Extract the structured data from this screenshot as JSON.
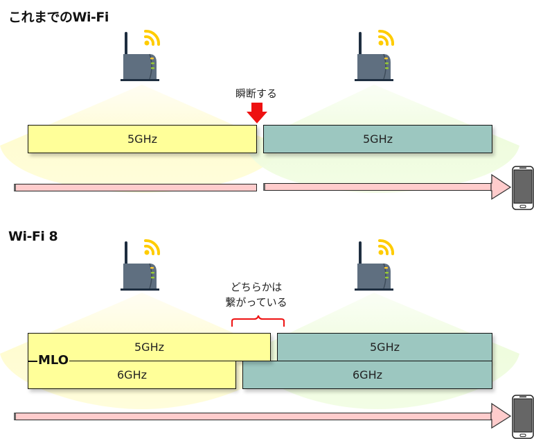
{
  "sections": [
    {
      "heading": "これまでのWi-Fi",
      "bands": {
        "ap1": [
          {
            "label": "5GHz"
          }
        ],
        "ap2": [
          {
            "label": "5GHz"
          }
        ]
      },
      "annotation": "瞬断する",
      "annotation_marker": "red-down-arrow"
    },
    {
      "heading": "Wi-Fi 8",
      "bands": {
        "ap1": [
          {
            "label": "5GHz"
          },
          {
            "label": "6GHz"
          }
        ],
        "ap2": [
          {
            "label": "5GHz"
          },
          {
            "label": "6GHz"
          }
        ]
      },
      "annotation_line1": "どちらかは",
      "annotation_line2": "繋がっている",
      "annotation_marker": "red-brace",
      "mlo_label": "MLO"
    }
  ],
  "icons": {
    "access_point": "wifi-router-icon",
    "device": "smartphone-icon"
  },
  "colors": {
    "ap1_band": "#ffff99",
    "ap2_band": "#9cc7c0",
    "ap1_coverage": "#fffde0",
    "ap2_coverage": "#f0fde0",
    "movement_arrow": "#ffcccc",
    "accent_red": "#ee1111",
    "router_body": "#5f6f80",
    "wifi_signal": "#ffcc00"
  }
}
